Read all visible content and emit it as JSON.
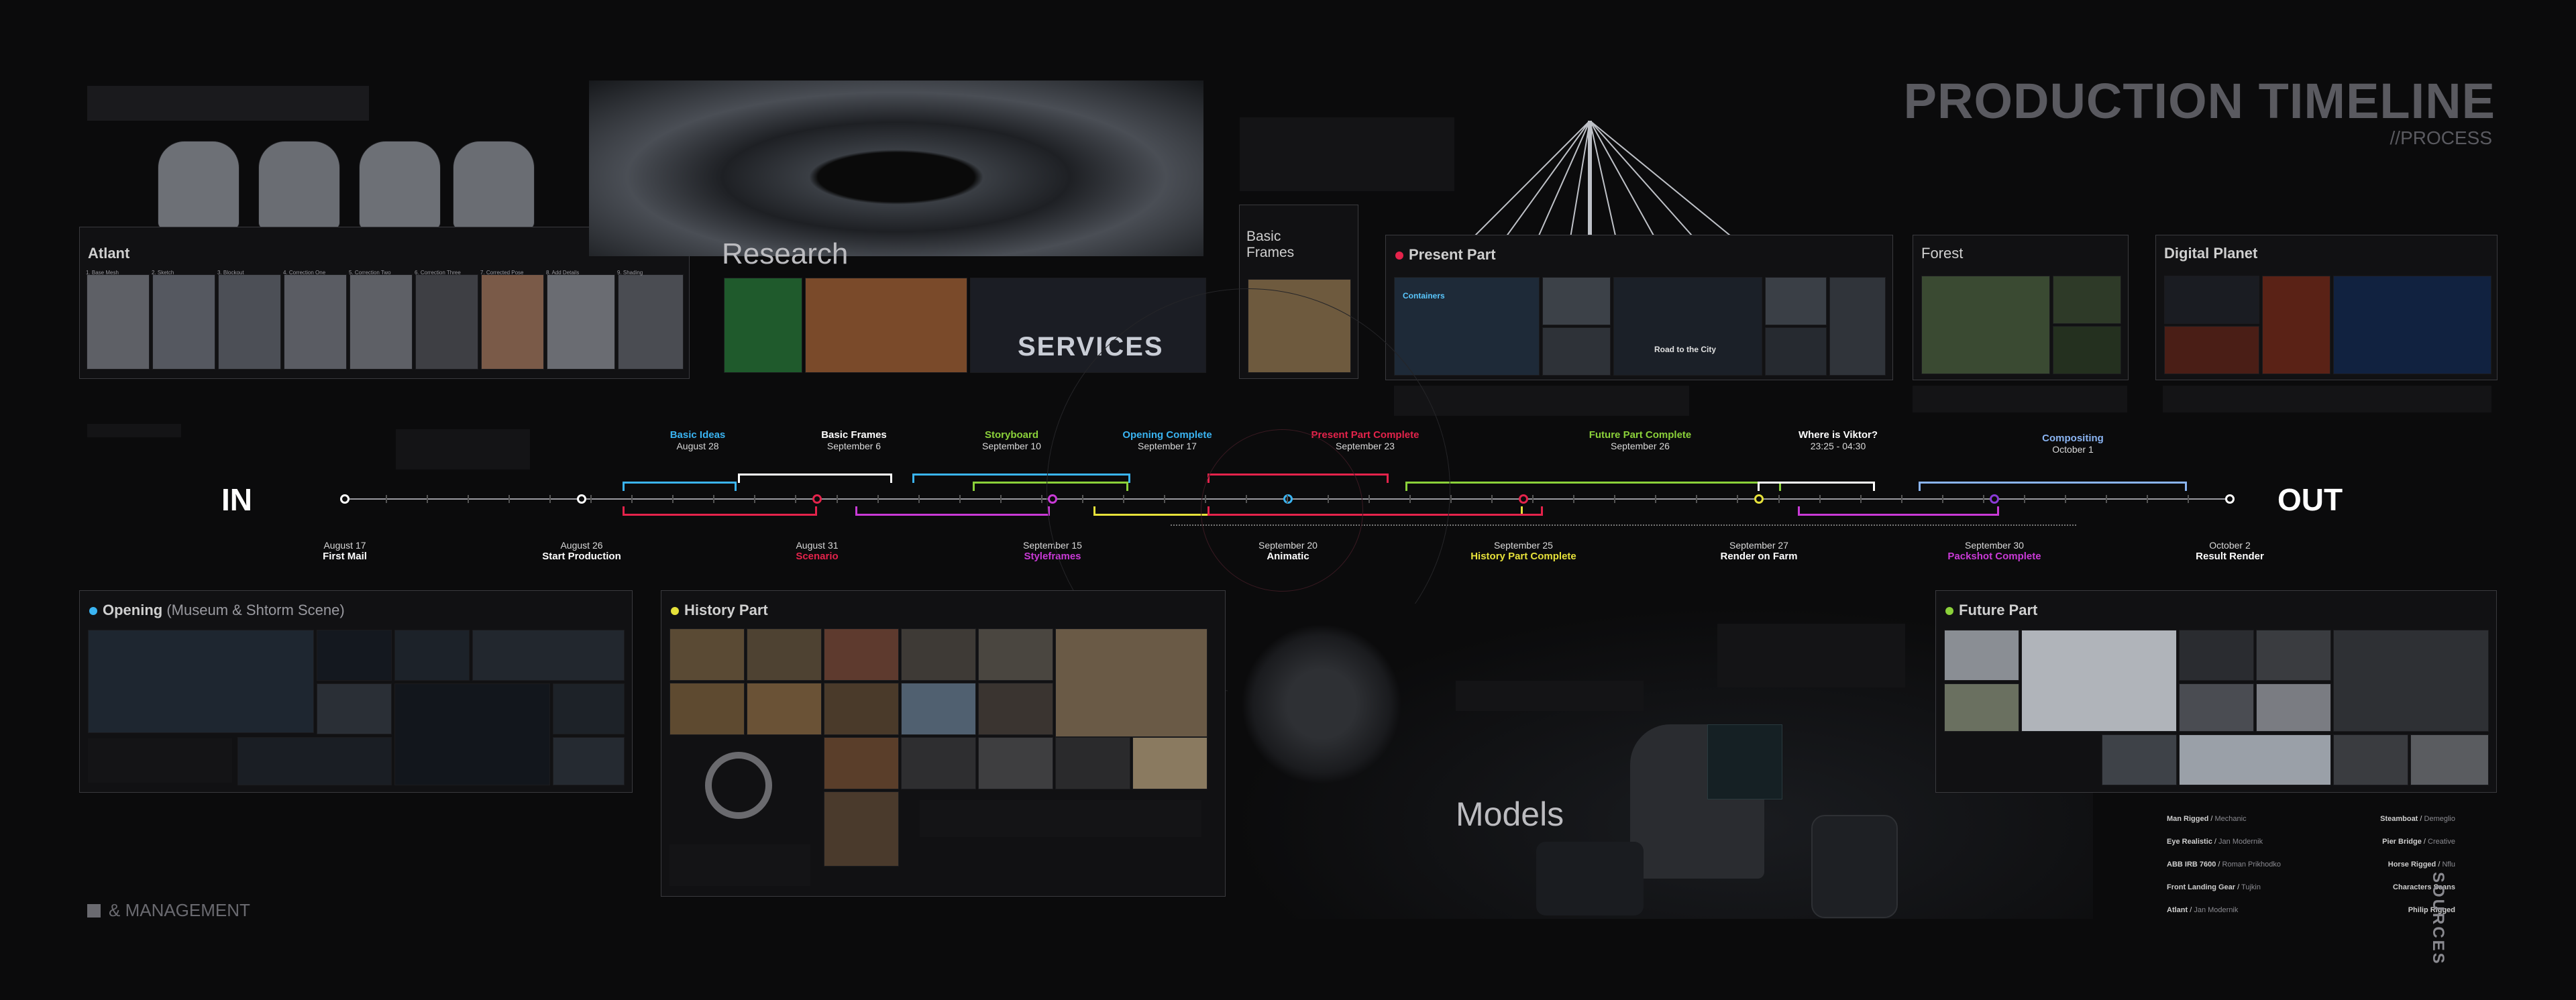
{
  "header": {
    "title": "PRODUCTION TIMELINE",
    "subtitle": "//PROCESS"
  },
  "footer": {
    "management": "& MANAGEMENT",
    "sources": "SOURCES"
  },
  "colors": {
    "bg": "#0b0b0c",
    "cyan": "#3ab4f2",
    "white": "#ffffff",
    "green": "#8bd13a",
    "red": "#e4234b",
    "magenta": "#c93ad6",
    "yellow": "#e6e13a",
    "purple": "#8a3ad6",
    "lightblue": "#8ab4f2"
  },
  "sections": {
    "atlant": "Atlant",
    "atlant_steps": [
      "1. Base Mesh",
      "2. Sketch",
      "3. Blockout",
      "4. Correction One",
      "5. Correction Two",
      "6. Correction Three",
      "7. Corrected Pose",
      "8. Add Details",
      "9. Shading"
    ],
    "research": "Research",
    "services": "SERVICES",
    "basic_frames": "Basic Frames",
    "present_part": "Present Part",
    "containers": "Containers",
    "road": "Road to the City",
    "forest": "Forest",
    "digital_planet": "Digital Planet",
    "opening": "Opening",
    "opening_sub": "(Museum & Shtorm Scene)",
    "history_part": "History Part",
    "models": "Models",
    "future_part": "Future Part"
  },
  "timeline": {
    "in_label": "IN",
    "out_label": "OUT",
    "top_milestones": [
      {
        "name": "Basic Ideas",
        "date": "August 28",
        "color": "#3ab4f2"
      },
      {
        "name": "Basic Frames",
        "date": "September 6",
        "color": "#ffffff"
      },
      {
        "name": "Storyboard",
        "date": "September 10",
        "color": "#8bd13a"
      },
      {
        "name": "Opening Complete",
        "date": "September 17",
        "color": "#3ab4f2"
      },
      {
        "name": "Present Part Complete",
        "date": "September 23",
        "color": "#e4234b"
      },
      {
        "name": "Future Part Complete",
        "date": "September 26",
        "color": "#8bd13a"
      },
      {
        "name": "Where is Viktor?",
        "date": "23:25 - 04:30",
        "color": "#ffffff"
      },
      {
        "name": "Compositing",
        "date": "October 1",
        "color": "#8ab4f2"
      }
    ],
    "bottom_milestones": [
      {
        "date": "August 17",
        "name": "First Mail",
        "color": "#ffffff"
      },
      {
        "date": "August 26",
        "name": "Start Production",
        "color": "#ffffff"
      },
      {
        "date": "August 31",
        "name": "Scenario",
        "color": "#e4234b"
      },
      {
        "date": "September 15",
        "name": "Styleframes",
        "color": "#c93ad6"
      },
      {
        "date": "September 20",
        "name": "Animatic",
        "color": "#ffffff"
      },
      {
        "date": "September 25",
        "name": "History Part Complete",
        "color": "#e6e13a"
      },
      {
        "date": "September 27",
        "name": "Render on Farm",
        "color": "#ffffff"
      },
      {
        "date": "September 30",
        "name": "Packshot Complete",
        "color": "#c93ad6"
      },
      {
        "date": "October 2",
        "name": "Result Render",
        "color": "#ffffff"
      }
    ]
  },
  "sources": [
    {
      "name": "Man Rigged",
      "author": "Mechanic"
    },
    {
      "name": "Eye Realistic",
      "author": "Jan Modernik"
    },
    {
      "name": "ABB IRB 7600",
      "author": "Roman Prikhodko"
    },
    {
      "name": "Front Landing Gear",
      "author": "Tujkin"
    },
    {
      "name": "Atlant",
      "author": "Jan Modernik"
    },
    {
      "name": "Steamboat",
      "author": "Demeglio"
    },
    {
      "name": "Pier Bridge",
      "author": "Creative"
    },
    {
      "name": "Horse Rigged",
      "author": "Nflu"
    },
    {
      "name": "Characters Scans",
      "author": ""
    },
    {
      "name": "Philip Rigged",
      "author": ""
    }
  ]
}
